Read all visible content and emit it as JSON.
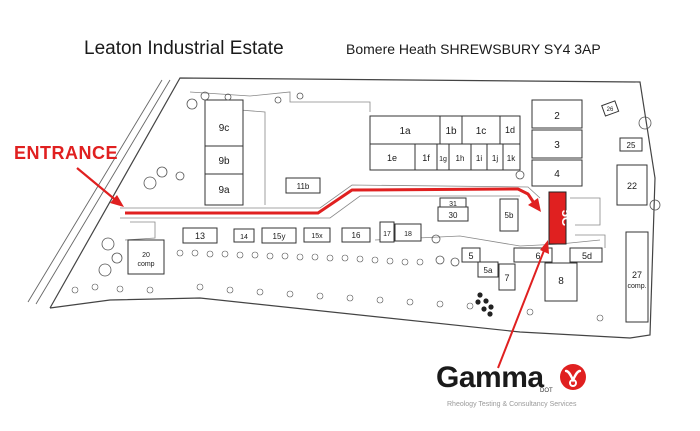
{
  "header": {
    "title": "Leaton Industrial Estate",
    "address": "Bomere Heath  SHREWSBURY  SY4 3AP"
  },
  "annotations": {
    "entrance": "ENTRANCE"
  },
  "units": [
    {
      "id": "u9c",
      "label": "9c"
    },
    {
      "id": "u9b",
      "label": "9b"
    },
    {
      "id": "u9a",
      "label": "9a"
    },
    {
      "id": "u11b",
      "label": "11b"
    },
    {
      "id": "u1a",
      "label": "1a"
    },
    {
      "id": "u1b",
      "label": "1b"
    },
    {
      "id": "u1c",
      "label": "1c"
    },
    {
      "id": "u1d",
      "label": "1d"
    },
    {
      "id": "u1e",
      "label": "1e"
    },
    {
      "id": "u1f",
      "label": "1f"
    },
    {
      "id": "u1g",
      "label": "1g"
    },
    {
      "id": "u1h",
      "label": "1h"
    },
    {
      "id": "u1i",
      "label": "1i"
    },
    {
      "id": "u1j",
      "label": "1j"
    },
    {
      "id": "u1k",
      "label": "1k"
    },
    {
      "id": "u2",
      "label": "2"
    },
    {
      "id": "u3",
      "label": "3"
    },
    {
      "id": "u4",
      "label": "4"
    },
    {
      "id": "u25",
      "label": "25"
    },
    {
      "id": "u26",
      "label": "26"
    },
    {
      "id": "u22",
      "label": "22"
    },
    {
      "id": "u31",
      "label": "31"
    },
    {
      "id": "u30",
      "label": "30"
    },
    {
      "id": "u5b",
      "label": "5b"
    },
    {
      "id": "u13",
      "label": "13"
    },
    {
      "id": "u14",
      "label": "14"
    },
    {
      "id": "u15y",
      "label": "15y"
    },
    {
      "id": "u15x",
      "label": "15x"
    },
    {
      "id": "u16",
      "label": "16"
    },
    {
      "id": "u17",
      "label": "17"
    },
    {
      "id": "u18",
      "label": "18"
    },
    {
      "id": "u20",
      "label": "20"
    },
    {
      "id": "u20comp",
      "label": "comp"
    },
    {
      "id": "u5",
      "label": "5"
    },
    {
      "id": "u5a",
      "label": "5a"
    },
    {
      "id": "u7",
      "label": "7"
    },
    {
      "id": "u6",
      "label": "6"
    },
    {
      "id": "u5d",
      "label": "5d"
    },
    {
      "id": "u8",
      "label": "8"
    },
    {
      "id": "u27",
      "label": "27"
    },
    {
      "id": "u27comp",
      "label": "comp."
    }
  ],
  "highlight": {
    "label": "5C",
    "color": "#e02020"
  },
  "logo": {
    "word": "Gamma",
    "sub": "DOT",
    "tagline": "Rheology Testing & Consultancy Services",
    "accent": "#e02020"
  },
  "colors": {
    "route": "#e02020",
    "line": "#333333",
    "text": "#1a1a1a"
  }
}
